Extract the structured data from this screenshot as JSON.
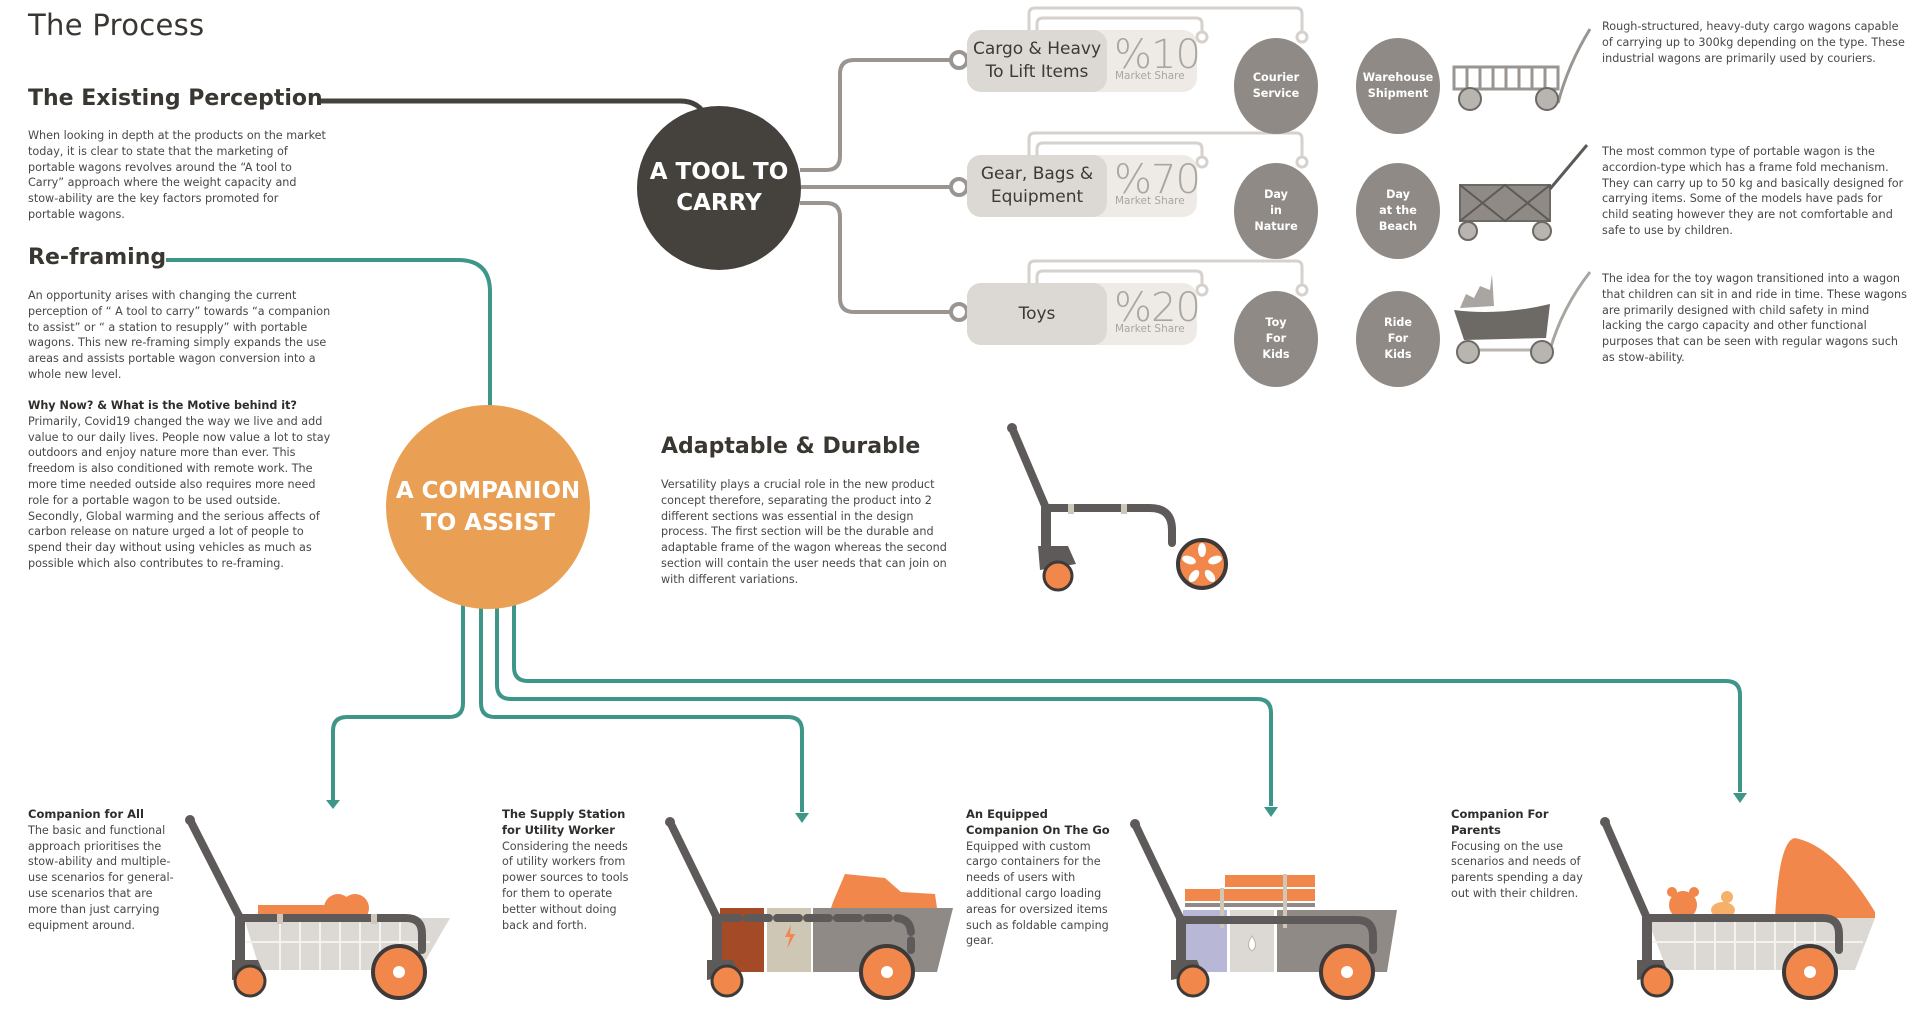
{
  "page_title": "The Process",
  "colors": {
    "dark": "#45413d",
    "orange": "#e9a055",
    "teal": "#3e9689",
    "grey_line": "#9a9591",
    "light_line": "#d6d1cc",
    "wheel_orange": "#f2874c"
  },
  "existing_perception": {
    "heading": "The Existing Perception",
    "body": "When looking in depth at the products on the market today, it is clear to state that the marketing of portable wagons revolves around the “A tool to Carry” approach where the weight capacity and stow-ability are the key factors promoted for portable wagons."
  },
  "reframing": {
    "heading": "Re-framing",
    "body": "An opportunity arises with changing the current perception of “ A tool to carry” towards “a companion to assist” or “ a station to resupply” with portable wagons. This new re-framing simply expands the use areas and assists portable wagon conversion into a whole new level.",
    "why_heading": "Why Now? & What is the Motive behind it?",
    "why_body": "Primarily, Covid19 changed the way we live and add value to our daily lives. People now value a lot to stay outdoors and enjoy nature more than ever. This freedom is also conditioned with remote work. The more time needed outside also requires more need role for a portable wagon to be used outside. Secondly, Global warming and the serious affects of carbon release on nature urged a lot of people to spend their day without using vehicles as much as possible which also contributes to re-framing."
  },
  "tool_to_carry": {
    "label_line1": "A TOOL TO",
    "label_line2": "CARRY",
    "categories": [
      {
        "label": "Cargo & Heavy To Lift Items",
        "share_value": "%10",
        "share_label": "Market Share",
        "uses": [
          "Courier Service",
          "Warehouse Shipment"
        ],
        "uses_lines": [
          [
            "Courier",
            "Service"
          ],
          [
            "Warehouse",
            "Shipment"
          ]
        ],
        "icon": "industrial-wagon-icon",
        "description": "Rough-structured, heavy-duty cargo wagons capable of carrying up to 300kg depending on the type. These industrial wagons are primarily used by couriers."
      },
      {
        "label": "Gear, Bags & Equipment",
        "share_value": "%70",
        "share_label": "Market Share",
        "uses": [
          "Day in Nature",
          "Day at the Beach"
        ],
        "uses_lines": [
          [
            "Day",
            "in",
            "Nature"
          ],
          [
            "Day",
            "at the",
            "Beach"
          ]
        ],
        "icon": "accordion-wagon-icon",
        "description": "The most common type of portable wagon is the accordion-type which has a frame fold mechanism. They can carry up to 50 kg and basically designed for carrying items. Some of the models have pads for child seating however they are not comfortable and safe to use by children."
      },
      {
        "label": "Toys",
        "share_value": "%20",
        "share_label": "Market Share",
        "uses": [
          "Toy For Kids",
          "Ride For Kids"
        ],
        "uses_lines": [
          [
            "Toy",
            "For",
            "Kids"
          ],
          [
            "Ride",
            "For",
            "Kids"
          ]
        ],
        "icon": "toy-wagon-icon",
        "description": "The idea for the toy wagon transitioned into a wagon that children can sit in and ride in time. These wagons are primarily designed with child safety in mind lacking the cargo capacity and other functional purposes that can be seen with regular wagons such as stow-ability."
      }
    ]
  },
  "companion": {
    "label_line1": "A COMPANION",
    "label_line2": "TO ASSIST"
  },
  "adaptable": {
    "heading": "Adaptable & Durable",
    "body": "Versatility plays a crucial role in the new product concept therefore, separating the product into 2 different sections was essential in the design process. The first section will be the durable and adaptable frame of the wagon whereas the second section will contain the user needs that can join on with different variations."
  },
  "cases": [
    {
      "title": "Companion for All",
      "body": "The basic and functional approach prioritises the stow-ability and multiple-use scenarios for general-use scenarios that are more than just carrying equipment around.",
      "illustration": "wagon-companion-for-all"
    },
    {
      "title": "The Supply Station for Utility Worker",
      "body": "Considering the needs of utility workers from power sources to tools for them to operate better without doing back and forth.",
      "illustration": "wagon-utility-worker"
    },
    {
      "title": "An Equipped Companion On The Go",
      "body": "Equipped with custom cargo containers for the needs of users with additional cargo loading areas for oversized items such as foldable camping gear.",
      "illustration": "wagon-equipped-companion"
    },
    {
      "title": "Companion For Parents",
      "body": "Focusing on the use scenarios and needs of parents spending a day out with their children.",
      "illustration": "wagon-parents"
    }
  ]
}
